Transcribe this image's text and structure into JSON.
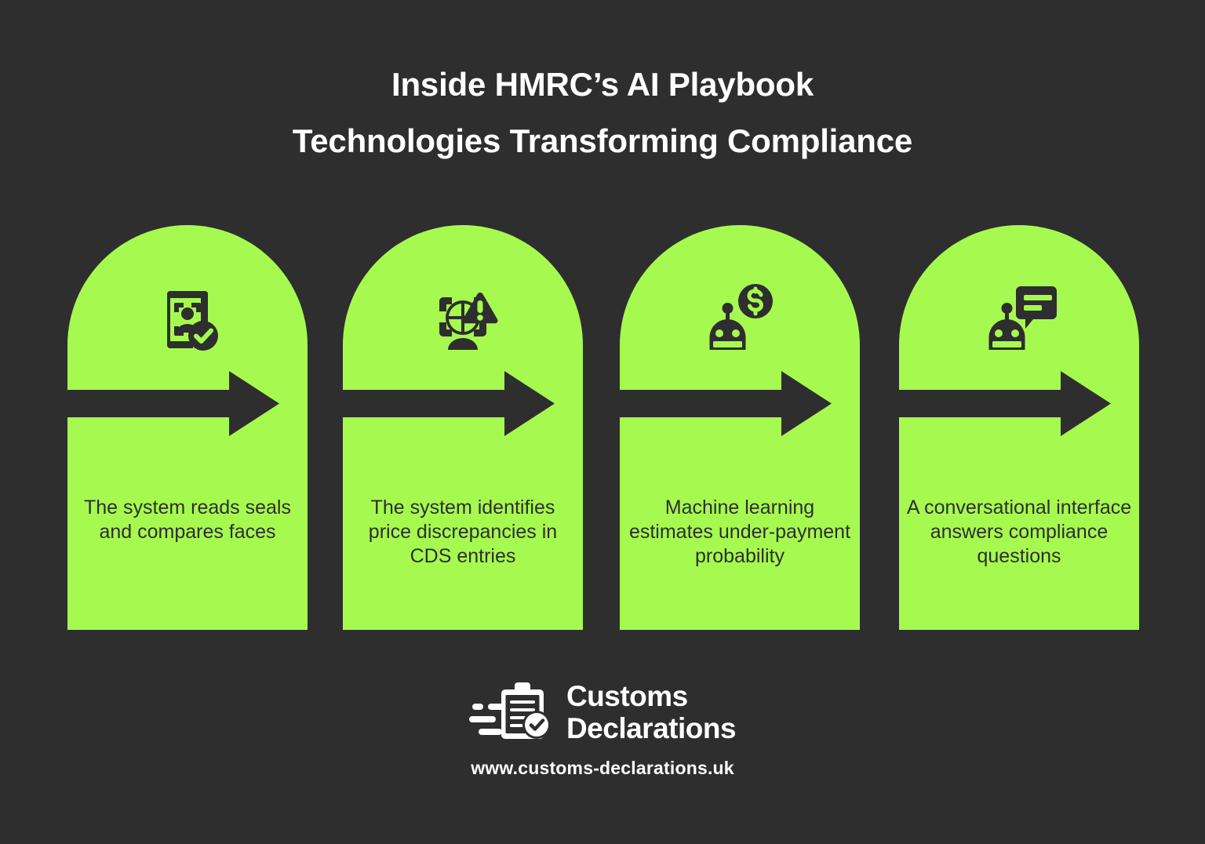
{
  "theme": {
    "background": "#2e2e2e",
    "accent_green": "#a6fa4f",
    "text_light": "#ffffff",
    "text_dark": "#2e2e2e"
  },
  "header": {
    "title_line_1": "Inside HMRC’s AI Playbook",
    "title_line_2": "Technologies Transforming Compliance"
  },
  "steps": [
    {
      "icon": "id-face-scan-verified-icon",
      "arrow": "right-arrow-icon",
      "caption": "The system reads seals and compares faces"
    },
    {
      "icon": "globe-scan-warning-icon",
      "arrow": "right-arrow-icon",
      "caption": "The system identifies price discrepancies in CDS entries"
    },
    {
      "icon": "robot-dollar-coin-icon",
      "arrow": "right-arrow-icon",
      "caption": "Machine learning estimates under-payment probability"
    },
    {
      "icon": "robot-chat-bubble-icon",
      "arrow": "right-arrow-icon",
      "caption": "A conversational interface answers compliance questions"
    }
  ],
  "footer": {
    "logo_icon": "clipboard-check-speedlines-icon",
    "brand_line_1": "Customs",
    "brand_line_2": "Declarations",
    "url": "www.customs-declarations.uk"
  }
}
